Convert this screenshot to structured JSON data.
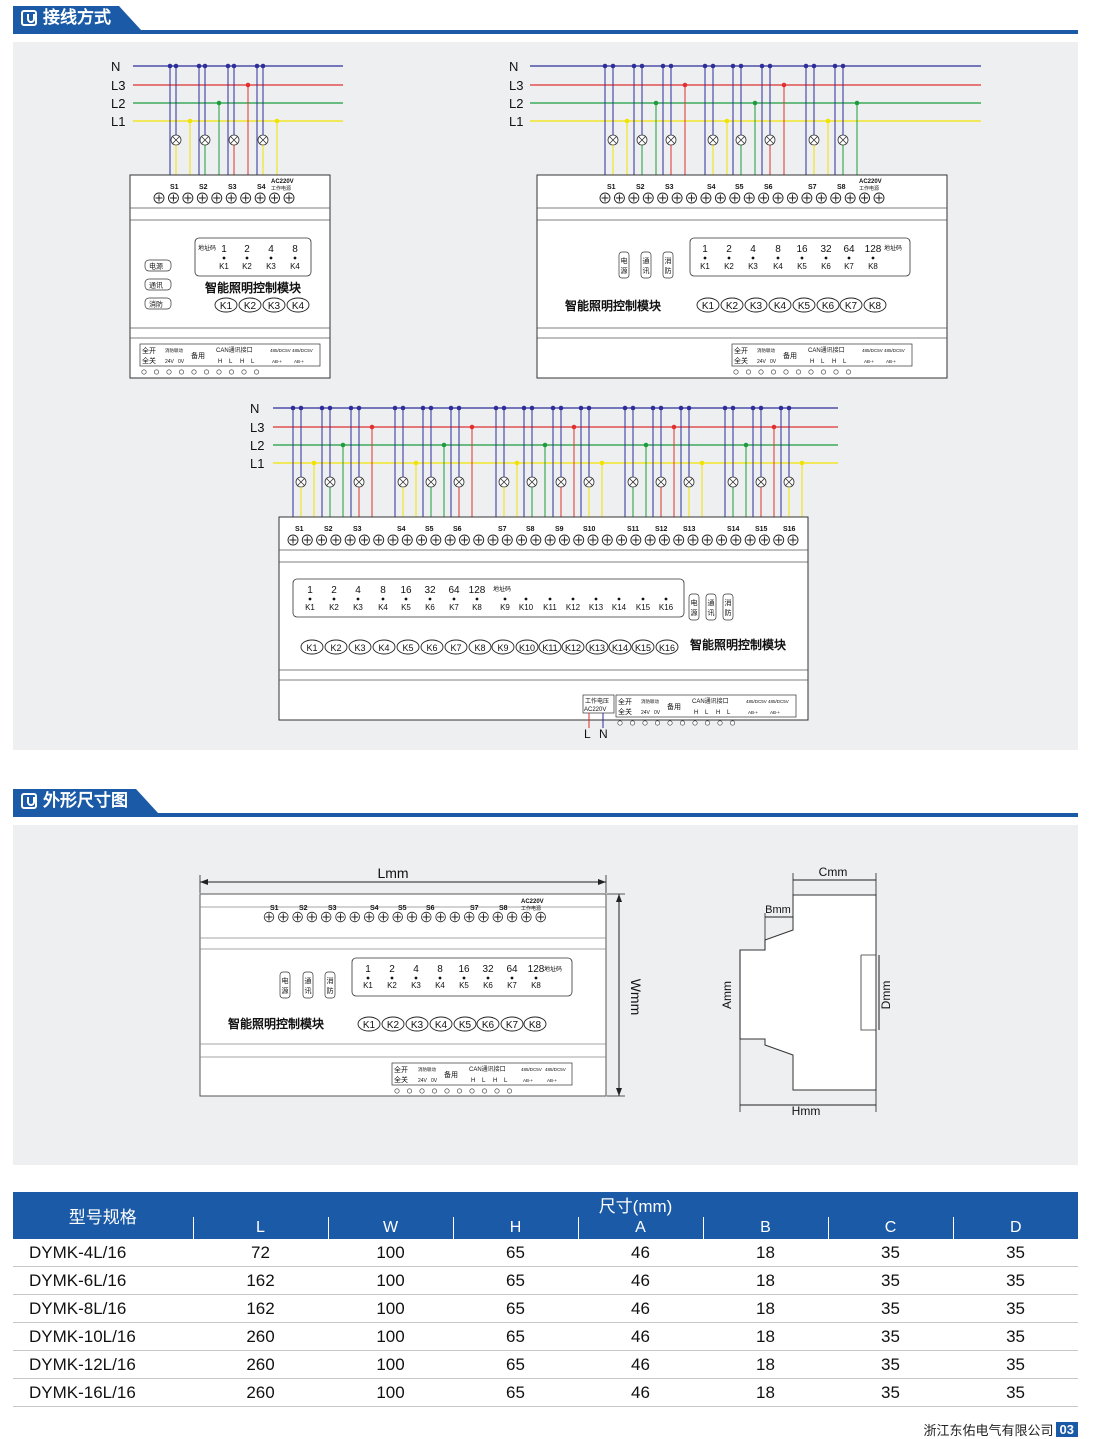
{
  "sections": {
    "wiring": "接线方式",
    "dimensions": "外形尺寸图"
  },
  "wiring": {
    "bus_lines": [
      "N",
      "L3",
      "L2",
      "L1"
    ],
    "line_colors": {
      "N": "#2e2e9a",
      "L3": "#e03030",
      "L2": "#1c9c3c",
      "L1": "#f2e200"
    },
    "module_title": "智能照明控制模块",
    "address_label": "地址码",
    "status_lights": [
      "电源",
      "通讯",
      "消防"
    ],
    "ac_label": "AC220V",
    "ac_sub": "工作电源",
    "supply_label": "工作电压",
    "bottom_terminals": [
      "全开",
      "全关",
      "消防联动",
      "24V",
      "0V",
      "备用",
      "CAN通讯接口",
      "H",
      "L",
      "485/DC5V",
      "AB-+"
    ],
    "address_values": [
      "1",
      "2",
      "4",
      "8",
      "16",
      "32",
      "64",
      "128"
    ],
    "feed_labels": [
      "L",
      "N"
    ]
  },
  "dims": {
    "L": "Lmm",
    "W": "Wmm",
    "C": "Cmm",
    "B": "Bmm",
    "A": "Amm",
    "D": "Dmm",
    "H": "Hmm"
  },
  "table": {
    "model_header": "型号规格",
    "size_header": "尺寸(mm)",
    "columns": [
      "L",
      "W",
      "H",
      "A",
      "B",
      "C",
      "D"
    ],
    "rows": [
      {
        "model": "DYMK-4L/16",
        "values": [
          "72",
          "100",
          "65",
          "46",
          "18",
          "35",
          "35"
        ]
      },
      {
        "model": "DYMK-6L/16",
        "values": [
          "162",
          "100",
          "65",
          "46",
          "18",
          "35",
          "35"
        ]
      },
      {
        "model": "DYMK-8L/16",
        "values": [
          "162",
          "100",
          "65",
          "46",
          "18",
          "35",
          "35"
        ]
      },
      {
        "model": "DYMK-10L/16",
        "values": [
          "260",
          "100",
          "65",
          "46",
          "18",
          "35",
          "35"
        ]
      },
      {
        "model": "DYMK-12L/16",
        "values": [
          "260",
          "100",
          "65",
          "46",
          "18",
          "35",
          "35"
        ]
      },
      {
        "model": "DYMK-16L/16",
        "values": [
          "260",
          "100",
          "65",
          "46",
          "18",
          "35",
          "35"
        ]
      }
    ]
  },
  "footer": {
    "company": "浙江东佑电气有限公司",
    "page": "03"
  }
}
